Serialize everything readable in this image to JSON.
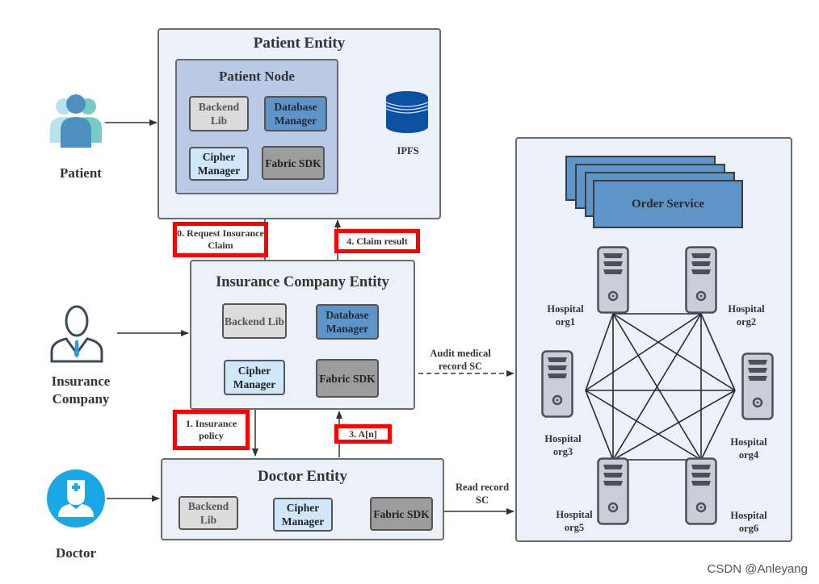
{
  "actors": {
    "patient": {
      "label": "Patient",
      "icon": "group-people-icon"
    },
    "insurance": {
      "label": "Insurance Company",
      "icon": "businessman-icon"
    },
    "doctor": {
      "label": "Doctor",
      "icon": "doctor-icon"
    }
  },
  "patient_entity": {
    "title": "Patient Entity",
    "node_title": "Patient Node",
    "components": {
      "backend": "Backend Lib",
      "db": "Database Manager",
      "cipher": "Cipher Manager",
      "fabric": "Fabric SDK"
    },
    "ipfs_label": "IPFS"
  },
  "insurance_entity": {
    "title": "Insurance Company Entity",
    "components": {
      "backend": "Backend Lib",
      "db": "Database Manager",
      "cipher": "Cipher Manager",
      "fabric": "Fabric SDK"
    }
  },
  "doctor_entity": {
    "title": "Doctor Entity",
    "components": {
      "backend": "Backend Lib",
      "cipher": "Cipher Manager",
      "fabric": "Fabric SDK"
    }
  },
  "flows": {
    "step0": "0. Request Insurance Claim",
    "step1": "1. Insurance policy",
    "step3": "3. A[n]",
    "step4": "4. Claim result",
    "audit": "Audit medical record SC",
    "read": "Read record SC"
  },
  "network": {
    "order_service": "Order Service",
    "hospitals": [
      {
        "label": "Hospital org1"
      },
      {
        "label": "Hospital org2"
      },
      {
        "label": "Hospital org3"
      },
      {
        "label": "Hospital org4"
      },
      {
        "label": "Hospital org5"
      },
      {
        "label": "Hospital org6"
      }
    ]
  },
  "colors": {
    "highlight": "#ff0000",
    "entity_bg": "#ecf1f9",
    "db_manager": "#5f94c8",
    "cipher_manager": "#cfe6fb",
    "fabric_sdk": "#9c9c9c",
    "backend_lib": "#dcdcdc",
    "order_service": "#5f94c8",
    "ipfs": "#0d4fa0",
    "doctor_icon": "#1aa7e6"
  },
  "watermark": "CSDN @Anleyang"
}
